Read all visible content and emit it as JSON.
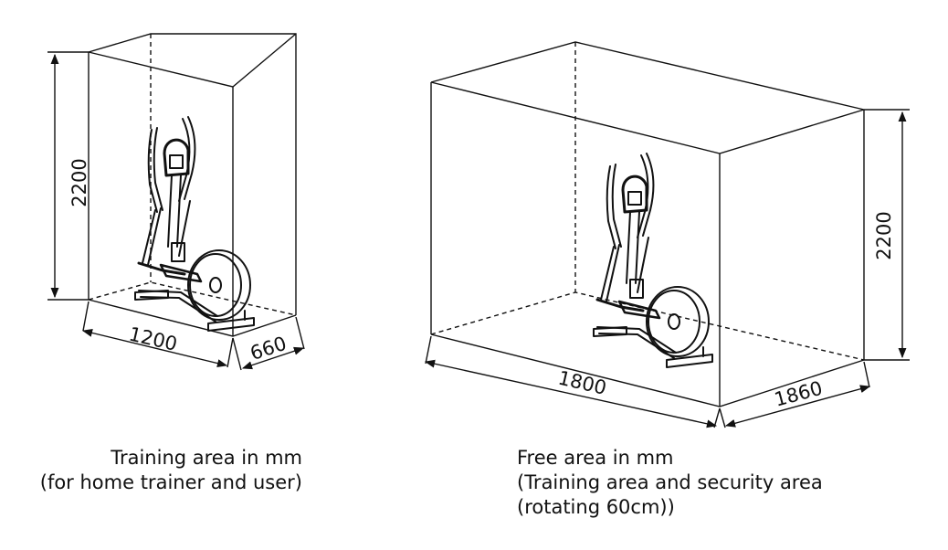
{
  "left_diagram": {
    "height_label": "2200",
    "width_label": "1200",
    "depth_label": "660",
    "caption_lines": [
      "Training area in mm",
      "(for home trainer and user)"
    ]
  },
  "right_diagram": {
    "height_label": "2200",
    "width_label": "1800",
    "depth_label": "1860",
    "caption_lines": [
      "Free area in mm",
      "(Training area and security area",
      "(rotating 60cm))"
    ]
  },
  "colors": {
    "line": "#111111",
    "background": "#ffffff"
  }
}
